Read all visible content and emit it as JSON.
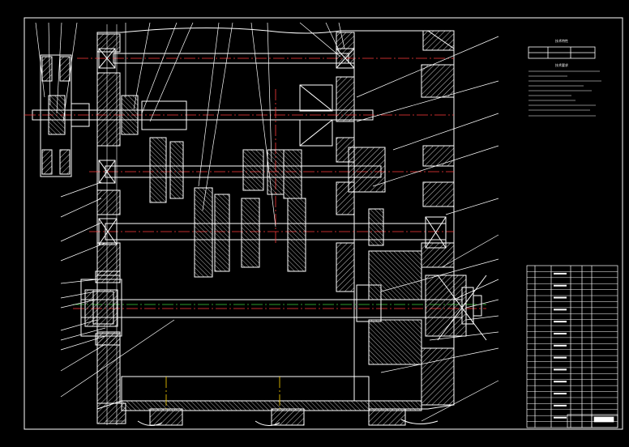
{
  "colors": {
    "background": "#000000",
    "line": "#ffffff",
    "centerline_red": "#ff3b3b",
    "centerline_green": "#3bd13b",
    "accent_yellow": "#ffd400"
  },
  "drawing": {
    "type": "gearbox assembly drawing (CAD, hatched section)",
    "tech_params_title": "技术特性",
    "tech_req_title": "技术要求",
    "tech_table": {
      "headers": [
        "",
        "",
        ""
      ],
      "row": [
        "",
        "",
        ""
      ]
    },
    "tech_req_lines": [
      "1.",
      "2.",
      "3.",
      "4.",
      "5.",
      "6."
    ],
    "parts_list_rows": 27
  }
}
